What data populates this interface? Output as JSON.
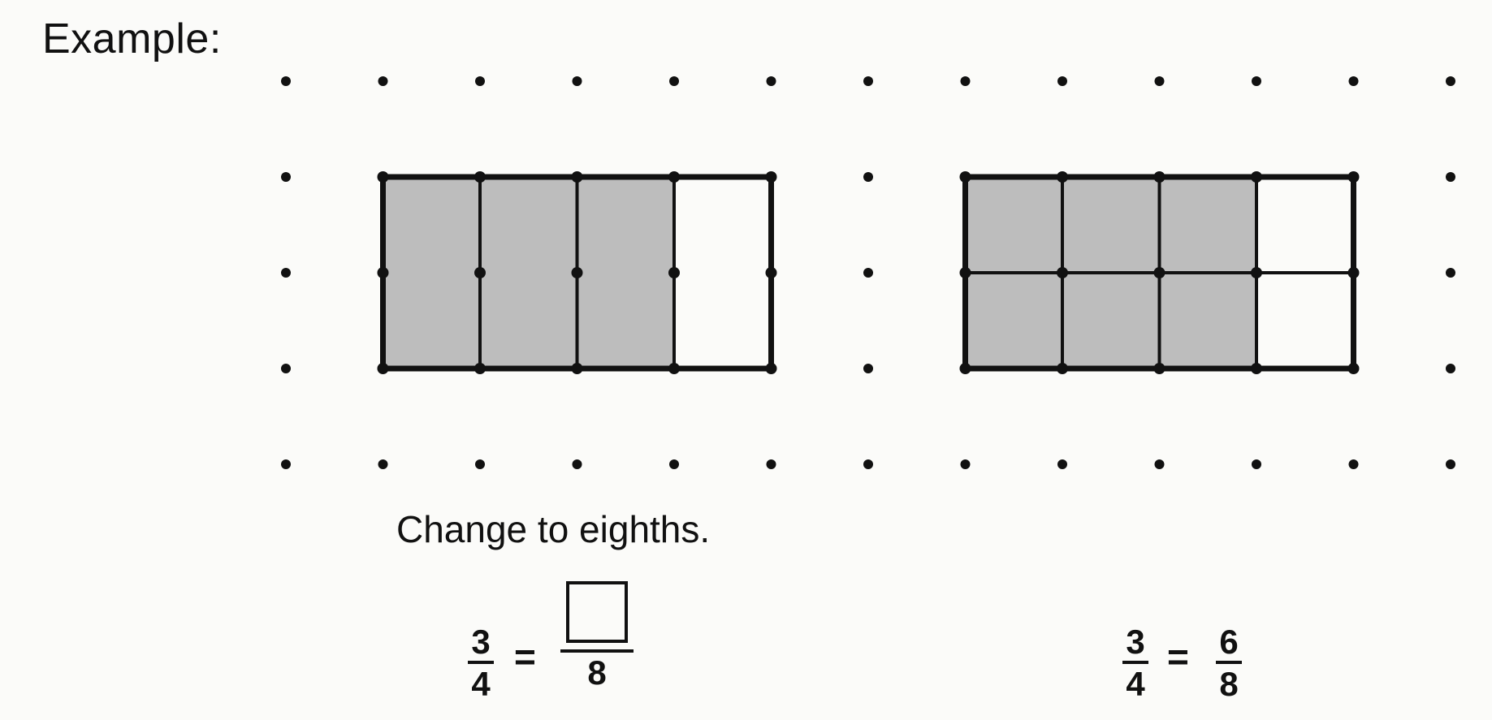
{
  "heading": "Example:",
  "instruction": "Change to eighths.",
  "left_equation": {
    "numerator": "3",
    "denominator": "4",
    "equals": "=",
    "answer_denominator": "8"
  },
  "right_equation": {
    "numerator": "3",
    "denominator": "4",
    "equals": "=",
    "answer_numerator": "6",
    "answer_denominator": "8"
  },
  "dot_grid": {
    "columns": 13,
    "rows": 5
  },
  "left_model": {
    "parts": 4,
    "shaded": 3,
    "layout": "1 row × 4 columns"
  },
  "right_model": {
    "parts": 8,
    "shaded": 6,
    "layout": "2 rows × 4 columns"
  },
  "colors": {
    "shade": "#bdbdbd",
    "ink": "#111111",
    "background": "#fbfbf9"
  }
}
